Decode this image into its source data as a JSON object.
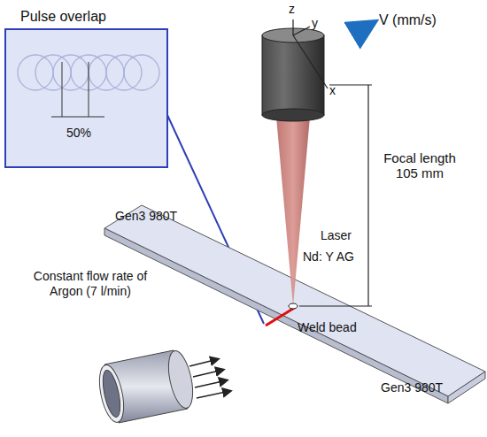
{
  "diagram": {
    "nodes": [
      {
        "text": [
          "Pulse overlap",
          "50%"
        ]
      }
    ],
    "labels": [
      "z",
      "y",
      "x",
      "V (mm/s)",
      "Focal length 105 mm",
      "Laser",
      "Nd: Y AG",
      "Gen3 980T",
      "Weld bead",
      "Constant flow rate of Argon (7 l/min)",
      "Gen3 980T"
    ]
  }
}
